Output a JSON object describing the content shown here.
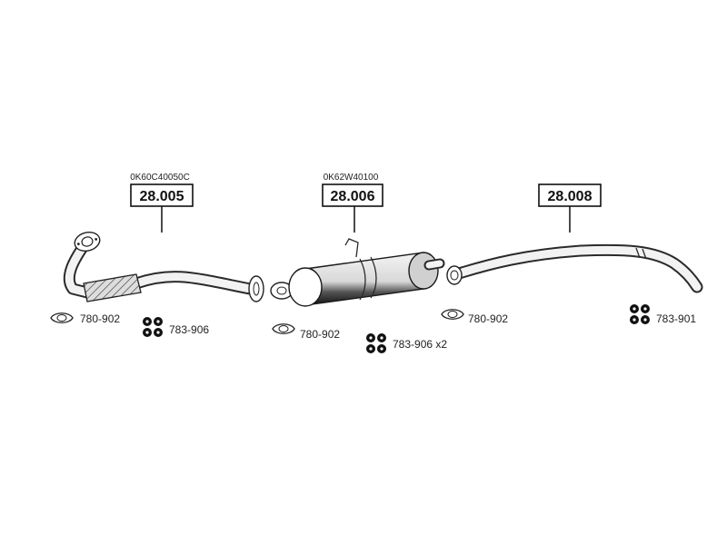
{
  "parts": [
    {
      "oem": "0K60C40050C",
      "number": "28.005"
    },
    {
      "oem": "0K62W40100",
      "number": "28.006"
    },
    {
      "oem": "",
      "number": "28.008"
    }
  ],
  "accessories": [
    {
      "code": "780-902",
      "icon": "gasket-icon"
    },
    {
      "code": "783-906",
      "icon": "rubber-hanger-icon"
    },
    {
      "code": "780-902",
      "icon": "gasket-icon"
    },
    {
      "code": "783-906 x2",
      "icon": "rubber-hanger-icon"
    },
    {
      "code": "780-902",
      "icon": "gasket-icon"
    },
    {
      "code": "783-901",
      "icon": "rubber-hanger-icon"
    }
  ]
}
